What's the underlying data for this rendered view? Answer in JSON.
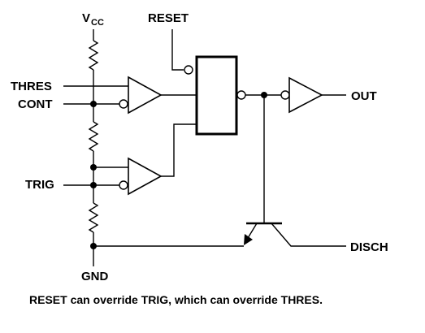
{
  "labels": {
    "vcc_main": "V",
    "vcc_sub": "CC",
    "reset": "RESET",
    "thres": "THRES",
    "cont": "CONT",
    "trig": "TRIG",
    "out": "OUT",
    "disch": "DISCH",
    "gnd": "GND"
  },
  "caption": "RESET can override TRIG, which can override THRES."
}
